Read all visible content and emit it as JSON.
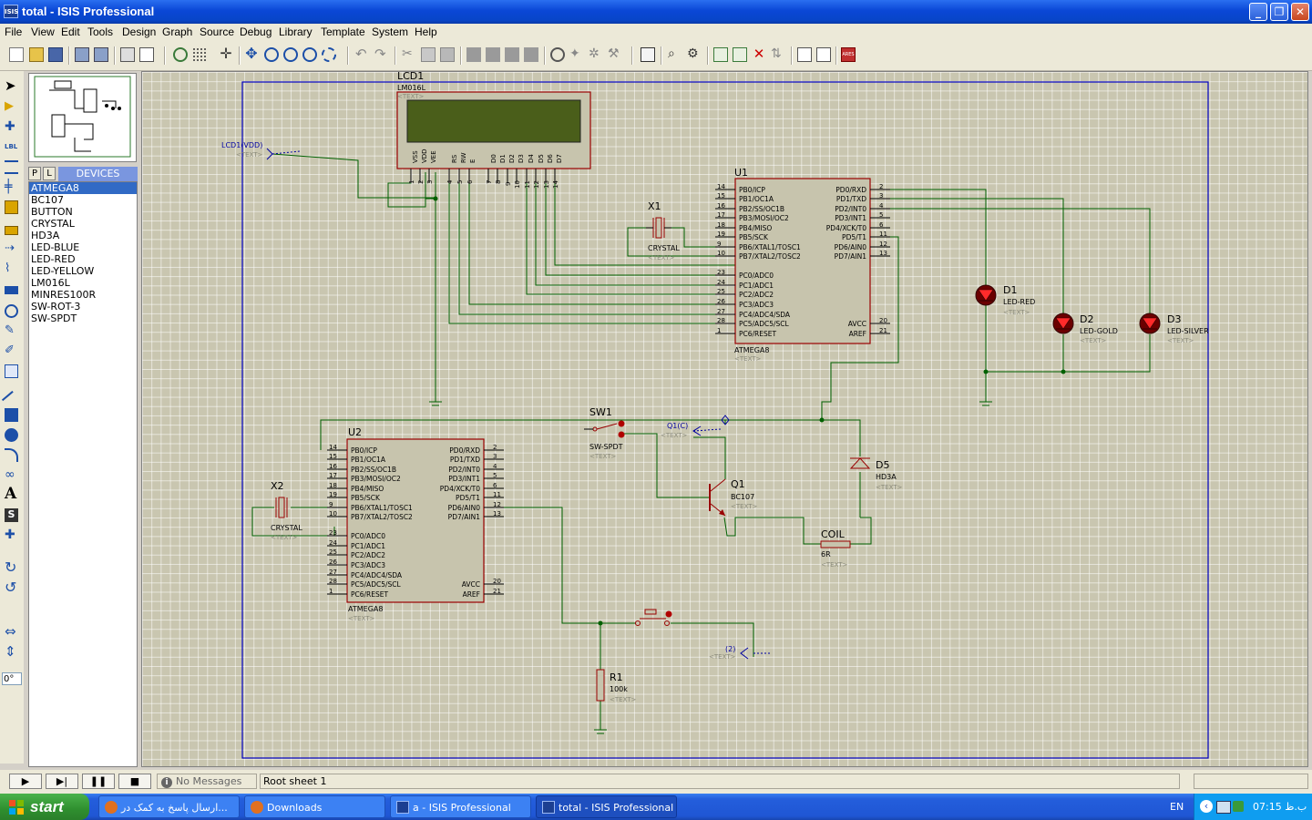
{
  "window": {
    "title": "total - ISIS Professional",
    "app_icon_text": "ISIS",
    "buttons": [
      "minimize",
      "maximize",
      "close"
    ]
  },
  "menu": [
    "File",
    "View",
    "Edit",
    "Tools",
    "Design",
    "Graph",
    "Source",
    "Debug",
    "Library",
    "Template",
    "System",
    "Help"
  ],
  "sidebar": {
    "tabs": [
      "P",
      "L"
    ],
    "devices_header": "DEVICES",
    "devices": [
      "ATMEGA8",
      "BC107",
      "BUTTON",
      "CRYSTAL",
      "HD3A",
      "LED-BLUE",
      "LED-RED",
      "LED-YELLOW",
      "LM016L",
      "MINRES100R",
      "SW-ROT-3",
      "SW-SPDT"
    ],
    "selected": "ATMEGA8",
    "rotation": "0°"
  },
  "schematic": {
    "text_placeholder": "<TEXT>",
    "lcd": {
      "ref": "LCD1",
      "value": "LM016L",
      "pins": [
        "VSS",
        "VDD",
        "VEE",
        "RS",
        "RW",
        "E",
        "D0",
        "D1",
        "D2",
        "D3",
        "D4",
        "D5",
        "D6",
        "D7"
      ],
      "pin_numbers": [
        "1",
        "2",
        "3",
        "4",
        "5",
        "6",
        "7",
        "8",
        "9",
        "10",
        "11",
        "12",
        "13",
        "14"
      ]
    },
    "power_label": "LCD1(VDD)",
    "u1": {
      "ref": "U1",
      "value": "ATMEGA8",
      "left_pins": [
        "PB0/ICP",
        "PB1/OC1A",
        "PB2/SS/OC1B",
        "PB3/MOSI/OC2",
        "PB4/MISO",
        "PB5/SCK",
        "PB6/XTAL1/TOSC1",
        "PB7/XTAL2/TOSC2",
        "PC0/ADC0",
        "PC1/ADC1",
        "PC2/ADC2",
        "PC3/ADC3",
        "PC4/ADC4/SDA",
        "PC5/ADC5/SCL",
        "PC6/RESET"
      ],
      "left_nums": [
        "14",
        "15",
        "16",
        "17",
        "18",
        "19",
        "9",
        "10",
        "23",
        "24",
        "25",
        "26",
        "27",
        "28",
        "1"
      ],
      "right_pins": [
        "PD0/RXD",
        "PD1/TXD",
        "PD2/INT0",
        "PD3/INT1",
        "PD4/XCK/T0",
        "PD5/T1",
        "PD6/AIN0",
        "PD7/AIN1",
        "AVCC",
        "AREF"
      ],
      "right_nums": [
        "2",
        "3",
        "4",
        "5",
        "6",
        "11",
        "12",
        "13",
        "20",
        "21"
      ]
    },
    "u2": {
      "ref": "U2",
      "value": "ATMEGA8"
    },
    "x1": {
      "ref": "X1",
      "value": "CRYSTAL"
    },
    "x2": {
      "ref": "X2",
      "value": "CRYSTAL"
    },
    "d1": {
      "ref": "D1",
      "value": "LED-RED"
    },
    "d2": {
      "ref": "D2",
      "value": "LED-GOLD"
    },
    "d3": {
      "ref": "D3",
      "value": "LED-SILVER"
    },
    "d5": {
      "ref": "D5",
      "value": "HD3A"
    },
    "sw1": {
      "ref": "SW1",
      "value": "SW-SPDT"
    },
    "q1": {
      "ref": "Q1",
      "value": "BC107"
    },
    "coil": {
      "ref": "COIL",
      "value": "6R"
    },
    "r1": {
      "ref": "R1",
      "value": "100k"
    },
    "q1c_label": "Q1(C)",
    "net2_label": "(2)"
  },
  "status": {
    "messages": "No Messages",
    "sheet": "Root sheet 1"
  },
  "taskbar": {
    "start": "start",
    "tasks": [
      "ارسال پاسخ به کمک در...",
      "Downloads",
      "a - ISIS Professional",
      "total - ISIS Professional"
    ],
    "active_task": "total - ISIS Professional",
    "lang": "EN",
    "clock": "07:15 ب.ظ"
  },
  "colors": {
    "wire": "#006000",
    "component": "#990000",
    "part_fill": "#c7c4ad",
    "lcd_screen": "#4a5e1a",
    "sheet_border": "#0000c0",
    "text_blue": "#0000a0"
  }
}
